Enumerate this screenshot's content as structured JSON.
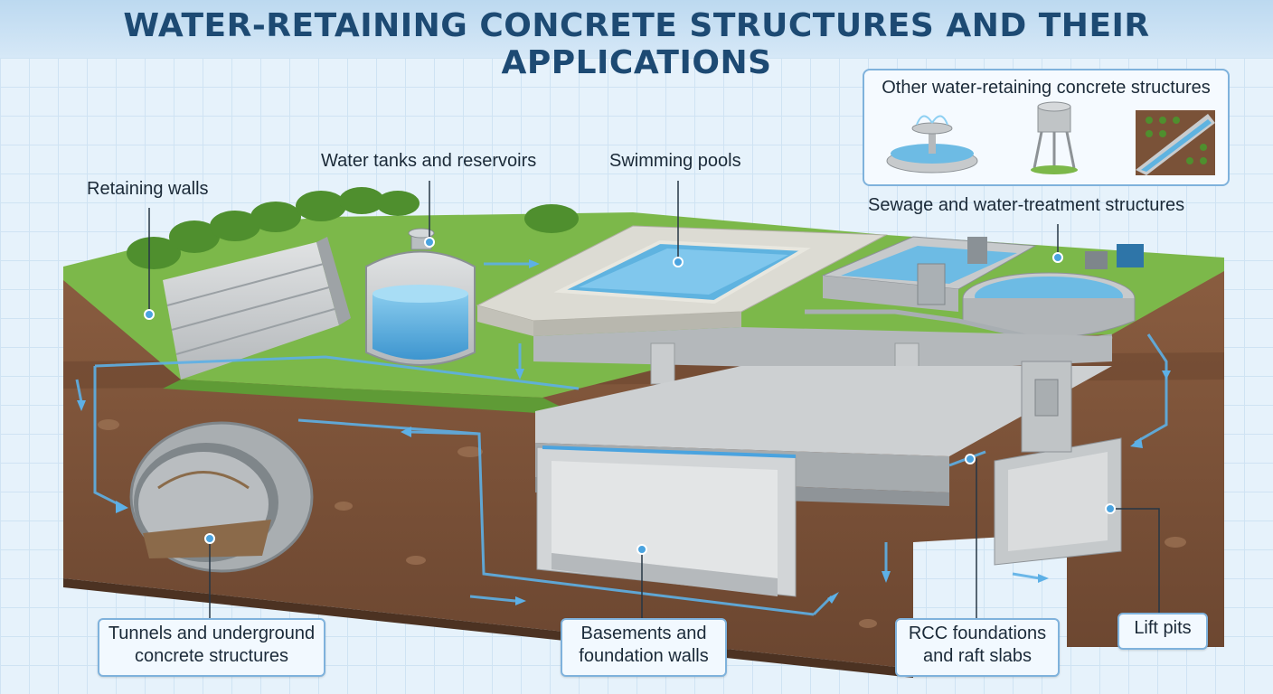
{
  "title": "WATER-RETAINING CONCRETE STRUCTURES AND THEIR APPLICATIONS",
  "labels": {
    "retaining_walls": "Retaining walls",
    "water_tanks": "Water tanks and reservoirs",
    "swimming_pools": "Swimming pools",
    "sewage": "Sewage and water-treatment structures"
  },
  "inset": {
    "title": "Other water-retaining concrete structures",
    "icons": [
      "fountain-icon",
      "water-tower-icon",
      "irrigation-channel-icon"
    ]
  },
  "boxes": {
    "tunnels": [
      "Tunnels and underground",
      "concrete structures"
    ],
    "basements": [
      "Basements and",
      "foundation walls"
    ],
    "rcc": [
      "RCC foundations",
      "and raft slabs"
    ],
    "lift_pits": "Lift pits"
  },
  "colors": {
    "title": "#1d4a73",
    "water": "#4aa3df",
    "soil": "#7a5238",
    "grass": "#7cb84a",
    "concrete": "#c9ccce",
    "callout": "#7fb2dc"
  }
}
